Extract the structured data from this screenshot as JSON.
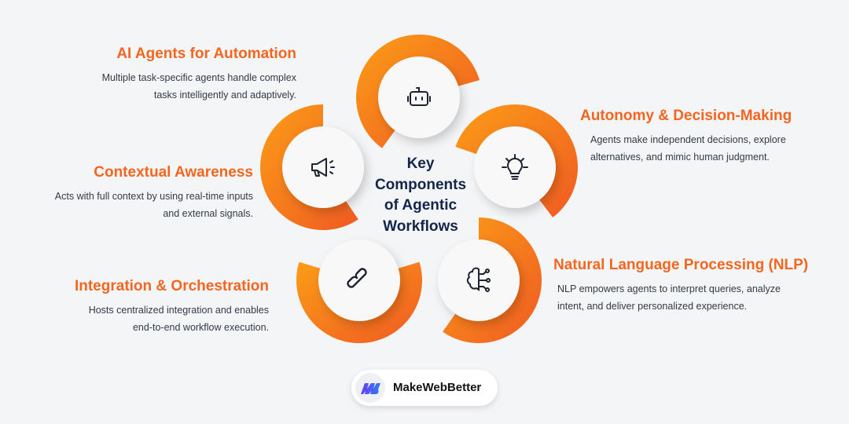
{
  "center_title": [
    "Key",
    "Components",
    "of Agentic",
    "Workflows"
  ],
  "components": [
    {
      "title": "AI Agents for Automation",
      "description_lines": [
        "Multiple task-specific agents handle complex",
        "tasks intelligently and adaptively."
      ],
      "icon": "robot-icon"
    },
    {
      "title": "Contextual Awareness",
      "description_lines": [
        "Acts with full context by using real-time inputs",
        "and external signals."
      ],
      "icon": "megaphone-icon"
    },
    {
      "title": "Autonomy & Decision-Making",
      "description_lines": [
        "Agents make independent decisions, explore",
        "alternatives, and mimic human judgment."
      ],
      "icon": "lightbulb-icon"
    },
    {
      "title": "Integration & Orchestration",
      "description_lines": [
        "Hosts centralized integration and enables",
        "end-to-end workflow execution."
      ],
      "icon": "link-icon"
    },
    {
      "title": "Natural Language Processing (NLP)",
      "description_lines": [
        "NLP empowers agents to interpret queries, analyze",
        "intent, and deliver personalized experience."
      ],
      "icon": "brain-icon"
    }
  ],
  "brand": {
    "name": "MakeWebBetter"
  },
  "colors": {
    "accent": "#f4661f",
    "ring_light": "#fb9d17",
    "ring_dark": "#f05a22",
    "title": "#14254a"
  }
}
